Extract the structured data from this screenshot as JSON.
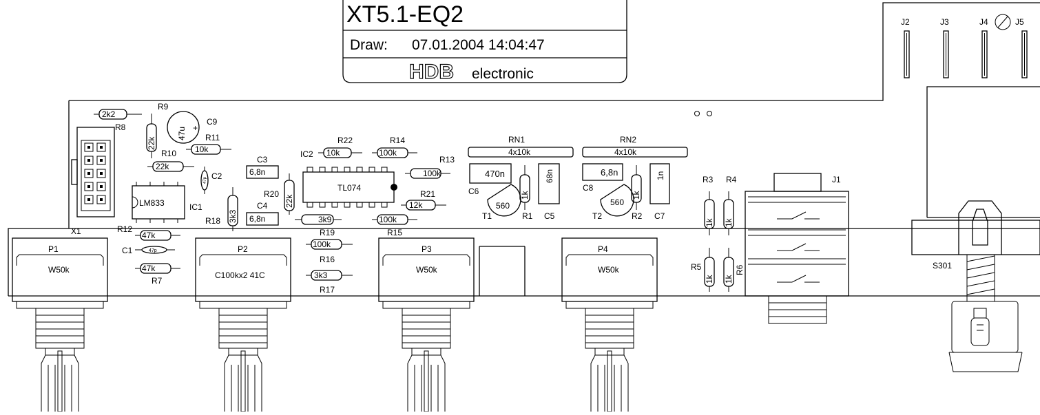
{
  "title_block": {
    "title": "XT5.1-EQ2",
    "draw_label": "Draw:",
    "draw_datetime": "07.01.2004 14:04:47",
    "logo": "HDB",
    "company": "electronic"
  },
  "resistors": [
    {
      "ref": "R8",
      "value": "2k2"
    },
    {
      "ref": "R9",
      "value": "22k"
    },
    {
      "ref": "R10",
      "value": "22k"
    },
    {
      "ref": "R11",
      "value": "10k"
    },
    {
      "ref": "R12",
      "value": "47k"
    },
    {
      "ref": "R7",
      "value": "47k"
    },
    {
      "ref": "R18",
      "value": "3k3"
    },
    {
      "ref": "R20",
      "value": "22k"
    },
    {
      "ref": "R22",
      "value": "10k"
    },
    {
      "ref": "R14",
      "value": "100k"
    },
    {
      "ref": "R13",
      "value": "100k"
    },
    {
      "ref": "R21",
      "value": "12k"
    },
    {
      "ref": "R15",
      "value": "100k"
    },
    {
      "ref": "R19",
      "value": "3k9"
    },
    {
      "ref": "R16",
      "value": "100k"
    },
    {
      "ref": "R17",
      "value": "3k3"
    },
    {
      "ref": "R1",
      "value": "1k"
    },
    {
      "ref": "R2",
      "value": "1k"
    },
    {
      "ref": "R3",
      "value": "1k"
    },
    {
      "ref": "R4",
      "value": "1k"
    },
    {
      "ref": "R5",
      "value": "1k"
    },
    {
      "ref": "R6",
      "value": "1k"
    }
  ],
  "capacitors": [
    {
      "ref": "C9",
      "value": "47u"
    },
    {
      "ref": "C2",
      "value": "47p"
    },
    {
      "ref": "C1",
      "value": "47p"
    },
    {
      "ref": "C3",
      "value": "6,8n"
    },
    {
      "ref": "C4",
      "value": "6,8n"
    },
    {
      "ref": "C6",
      "value": "470n"
    },
    {
      "ref": "C5",
      "value": "68n"
    },
    {
      "ref": "C8",
      "value": "6,8n"
    },
    {
      "ref": "C7",
      "value": "1n"
    }
  ],
  "ics": [
    {
      "ref": "IC1",
      "value": "LM833"
    },
    {
      "ref": "IC2",
      "value": "TL074"
    }
  ],
  "networks": [
    {
      "ref": "RN1",
      "value": "4x10k"
    },
    {
      "ref": "RN2",
      "value": "4x10k"
    }
  ],
  "transistors": [
    {
      "ref": "T1",
      "value": "560"
    },
    {
      "ref": "T2",
      "value": "560"
    }
  ],
  "pots": [
    {
      "ref": "P1",
      "value": "W50k"
    },
    {
      "ref": "P2",
      "value": "C100kx2 41C"
    },
    {
      "ref": "P3",
      "value": "W50k"
    },
    {
      "ref": "P4",
      "value": "W50k"
    }
  ],
  "connectors": {
    "x1": "X1",
    "j1": "J1",
    "j2": "J2",
    "j3": "J3",
    "j4": "J4",
    "j5": "J5",
    "s301": "S301"
  }
}
